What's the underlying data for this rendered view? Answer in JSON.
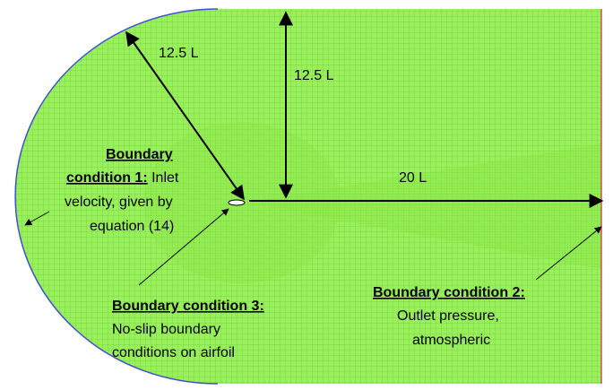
{
  "diagram": {
    "colors": {
      "mesh_fill": "#9af05a",
      "mesh_line": "#5cc832",
      "inlet_edge": "#3f4fd8",
      "outlet_edge": "#e04848",
      "arrow": "#000000"
    },
    "dimensions": {
      "radius_label": "12.5 L",
      "height_label": "12.5 L",
      "length_label": "20 L"
    },
    "bc1": {
      "title": "Boundary",
      "title2": "condition 1:",
      "line1_rest": " Inlet",
      "line2": "velocity, given by",
      "line3": "equation (14)"
    },
    "bc2": {
      "title": "Boundary condition 2:",
      "line1": "Outlet pressure,",
      "line2": "atmospheric"
    },
    "bc3": {
      "title": "Boundary condition 3:",
      "line1": "No-slip boundary",
      "line2": "conditions on airfoil"
    }
  }
}
